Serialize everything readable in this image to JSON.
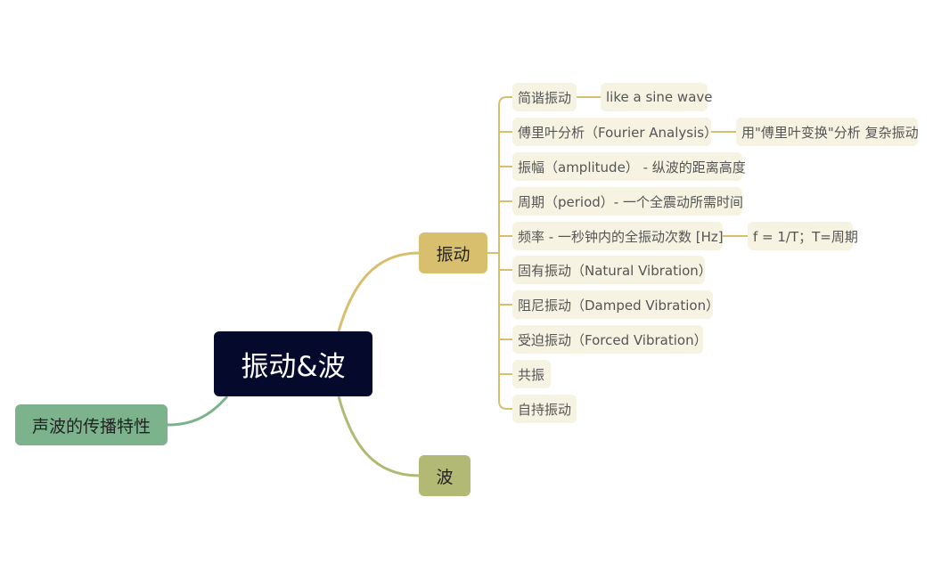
{
  "root": {
    "label": "振动&波"
  },
  "branches": {
    "vibration": {
      "label": "振动"
    },
    "wave": {
      "label": "波"
    },
    "sound": {
      "label": "声波的传播特性"
    }
  },
  "vibration_topics": [
    {
      "label": "简谐振动",
      "note": "like a sine wave"
    },
    {
      "label": "傅里叶分析（Fourier Analysis）",
      "note": "用\"傅里叶变换\"分析 复杂振动"
    },
    {
      "label": "振幅（amplitude） - 纵波的距离高度"
    },
    {
      "label": "周期（period）- 一个全震动所需时间"
    },
    {
      "label": "频率 - 一秒钟内的全振动次数 [Hz]",
      "note": "f = 1/T；T=周期"
    },
    {
      "label": "固有振动（Natural Vibration）"
    },
    {
      "label": "阻尼振动（Damped Vibration）"
    },
    {
      "label": "受迫振动（Forced Vibration）"
    },
    {
      "label": "共振"
    },
    {
      "label": "自持振动"
    }
  ],
  "colors": {
    "root_fill": "#050a2c",
    "vibration_fill": "#d8bf6e",
    "vibration_line": "#d8bf6e",
    "wave_fill": "#b2b974",
    "wave_line": "#b2b974",
    "sound_fill": "#7cb38c",
    "sound_line": "#7cb38c",
    "topic_fill": "#f6f3e2"
  }
}
